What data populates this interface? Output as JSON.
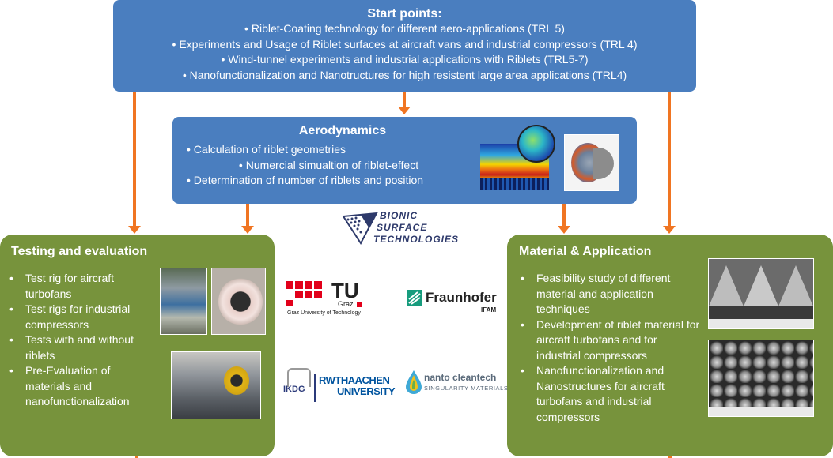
{
  "start": {
    "title": "Start points:",
    "items": [
      "Riblet-Coating technology for different aero-applications (TRL 5)",
      "Experiments and Usage of Riblet surfaces at aircraft vans and industrial compressors (TRL 4)",
      "Wind-tunnel experiments and industrial applications with Riblets (TRL5-7)",
      "Nanofunctionalization and Nanotructures for high resistent large area applications (TRL4)"
    ]
  },
  "aero": {
    "title": "Aerodynamics",
    "items": [
      "Calculation of riblet geometries",
      "Numercial simualtion of riblet-effect",
      "Determination of number of riblets and position"
    ]
  },
  "testing": {
    "title": "Testing and evaluation",
    "items": [
      "Test rig for aircraft turbofans",
      "Test rigs for industrial compressors",
      "Tests with and without riblets",
      "Pre-Evaluation of materials and nanofunctionalization"
    ]
  },
  "material": {
    "title": "Material & Application",
    "items": [
      "Feasibility study of different material and application techniques",
      "Development of riblet material for aircraft turbofans and for industrial compressors",
      "Nanofunctionalization and Nanostructures for aircraft turbofans and industrial compressors"
    ]
  },
  "logos": {
    "bionic": [
      "BIONIC",
      "SURFACE",
      "TECHNOLOGIES"
    ],
    "tu_graz": "TU",
    "tu_graz_sub": "Graz",
    "tu_graz_name": "Graz University of Technology",
    "fraunhofer": "Fraunhofer",
    "fraunhofer_sub": "IFAM",
    "ikdg": "IKDG",
    "rwth_1": "RWTHAACHEN",
    "rwth_2": "UNIVERSITY",
    "nanto": "nanto cleantech",
    "nanto_sub": "SINGULARITY MATERIALS"
  },
  "colors": {
    "blue_box": "#4a7ebf",
    "green_box": "#77933c",
    "arrow": "#f07522"
  }
}
